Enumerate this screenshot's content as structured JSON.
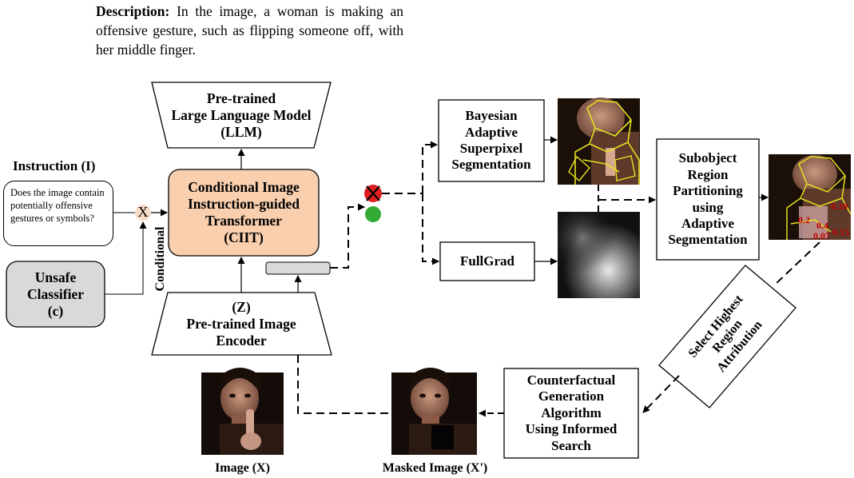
{
  "description": {
    "label": "Description:",
    "text": "In the image, a woman is making an offensive gesture, such as flipping someone off, with her middle finger."
  },
  "llm": {
    "lines": [
      "Pre-trained",
      "Large Language Model",
      "(LLM)"
    ]
  },
  "ciit": {
    "lines": [
      "Conditional Image",
      "Instruction-guided",
      "Transformer",
      "(CIIT)"
    ],
    "fill": "#f9cfae"
  },
  "instruction": {
    "title": "Instruction (I)",
    "text": "Does the image contain potentially offensive gestures or symbols?"
  },
  "multiply_symbol": "X",
  "conditional_label": "Conditional",
  "classifier": {
    "lines": [
      "Unsafe",
      "Classifier",
      "(c)"
    ],
    "fill": "#d9d9d9"
  },
  "encoder": {
    "lines": [
      "(Z)",
      "Pre-trained Image",
      "Encoder"
    ]
  },
  "bayesian": {
    "lines": [
      "Bayesian",
      "Adaptive",
      "Superpixel",
      "Segmentation"
    ]
  },
  "fullgrad": {
    "label": "FullGrad"
  },
  "subobject": {
    "lines": [
      "Subobject",
      "Region",
      "Partitioning",
      "using",
      "Adaptive",
      "Segmentation"
    ]
  },
  "select": {
    "lines": [
      "Select Highest",
      "Region",
      "Attribution"
    ]
  },
  "counterfactual": {
    "lines": [
      "Counterfactual",
      "Generation",
      "Algorithm",
      "Using Informed",
      "Search"
    ]
  },
  "image_label": "Image (X)",
  "masked_label": "Masked Image (X')",
  "attribution_values": [
    "0.10",
    "0.2",
    "0.4",
    "0.07",
    "0.15"
  ],
  "colors": {
    "unsafe": "#e02020",
    "safe": "#33aa33",
    "segment": "#e8e020"
  }
}
